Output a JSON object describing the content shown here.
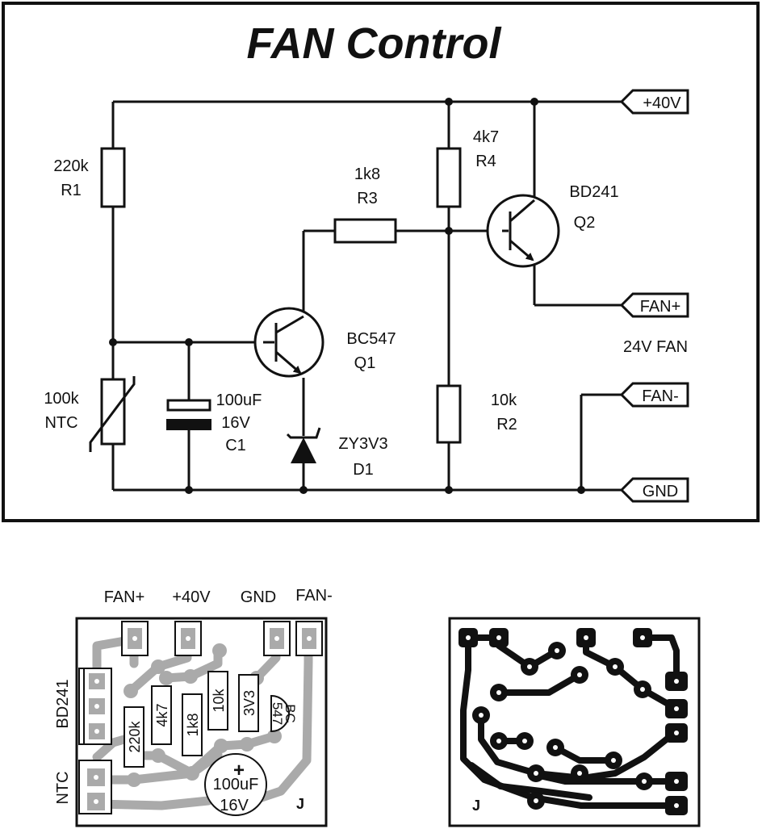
{
  "title": "FAN Control",
  "schematic": {
    "r1": {
      "value": "220k",
      "ref": "R1"
    },
    "ntc": {
      "value": "100k",
      "ref": "NTC"
    },
    "c1": {
      "value": "100uF",
      "voltage": "16V",
      "ref": "C1"
    },
    "q1": {
      "part": "BC547",
      "ref": "Q1"
    },
    "d1": {
      "part": "ZY3V3",
      "ref": "D1"
    },
    "r3": {
      "value": "1k8",
      "ref": "R3"
    },
    "r4": {
      "value": "4k7",
      "ref": "R4"
    },
    "r2": {
      "value": "10k",
      "ref": "R2"
    },
    "q2": {
      "part": "BD241",
      "ref": "Q2"
    },
    "fan_note": "24V FAN",
    "connectors": {
      "plus40": "+40V",
      "fan_plus": "FAN+",
      "fan_minus": "FAN-",
      "gnd": "GND"
    }
  },
  "pcb_component_side": {
    "header_labels": {
      "fan_plus": "FAN+",
      "plus40": "+40V",
      "gnd": "GND",
      "fan_minus": "FAN-"
    },
    "side_labels": {
      "bd241": "BD241",
      "ntc": "NTC"
    },
    "parts": {
      "r1": "220k",
      "r4": "4k7",
      "r3": "1k8",
      "r2": "10k",
      "d1": "3V3",
      "q1_line1": "BC",
      "q1_line2": "547",
      "c1_plus": "+",
      "c1_value": "100uF",
      "c1_voltage": "16V"
    },
    "jumper": "J"
  },
  "pcb_copper_side": {
    "jumper": "J"
  }
}
